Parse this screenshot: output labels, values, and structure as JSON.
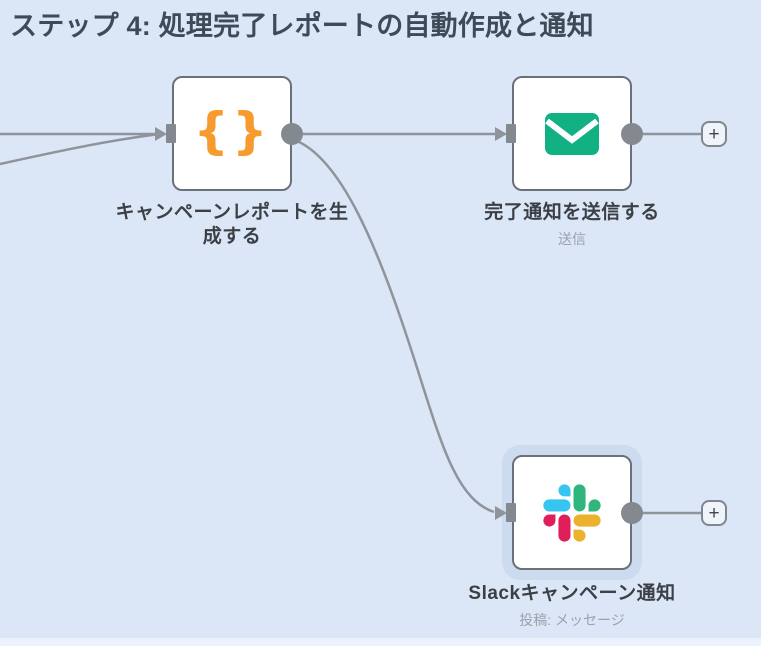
{
  "header": {
    "title": "ステップ 4: 処理完了レポートの自動作成と通知"
  },
  "canvas": {
    "nodes": [
      {
        "id": "generate-campaign-report",
        "label": "キャンペーンレポートを生成する",
        "sublabel": "",
        "icon": "curly-braces-icon",
        "icon_glyph": "{}",
        "selected": false
      },
      {
        "id": "send-completion-notice",
        "label": "完了通知を送信する",
        "sublabel": "送信",
        "icon": "envelope-icon",
        "selected": false
      },
      {
        "id": "slack-campaign-notice",
        "label": "Slackキャンペーン通知",
        "sublabel": "投稿: メッセージ",
        "icon": "slack-icon",
        "selected": true
      }
    ],
    "add_node_button": "+",
    "colors": {
      "canvas_bg": "#dbe7f7",
      "node_border": "#6b717a",
      "connector_gray": "#8e939c",
      "endpoint_gray": "#84898f",
      "selection_halo": "#ccdcee",
      "title_text": "#3e4a58",
      "label_text": "#3c4046",
      "sublabel_text": "#9aa2ac",
      "braces_orange": "#f79b2e",
      "email_green": "#12b184",
      "slack_blue": "#36C5F0",
      "slack_green": "#2EB67D",
      "slack_yellow": "#ECB22E",
      "slack_red": "#E01E5A"
    }
  }
}
